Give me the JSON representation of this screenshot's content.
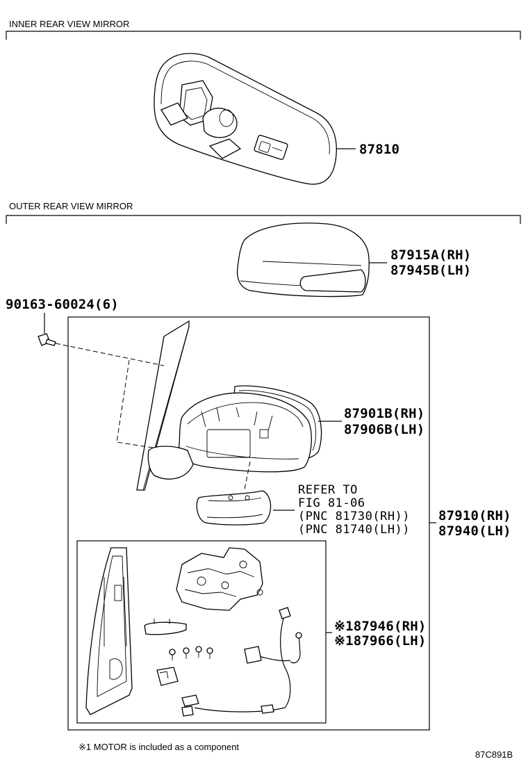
{
  "sections": {
    "inner_title": "INNER REAR VIEW MIRROR",
    "outer_title": "OUTER REAR VIEW MIRROR"
  },
  "parts": {
    "inner_mirror": "87810",
    "cover_rh": "87915A(RH)",
    "cover_lh": "87945B(LH)",
    "screw": "90163-60024(6)",
    "sub_rh": "87901B(RH)",
    "sub_lh": "87906B(LH)",
    "assy_rh": "87910(RH)",
    "assy_lh": "87940(LH)",
    "motor_rh": "※187946(RH)",
    "motor_lh": "※187966(LH)"
  },
  "refer": {
    "line1": "REFER TO",
    "line2": "FIG 81-06",
    "line3": "(PNC 81730(RH))",
    "line4": "(PNC 81740(LH))"
  },
  "footnote": "※1 MOTOR is included as a component",
  "figure_code": "87C891B"
}
